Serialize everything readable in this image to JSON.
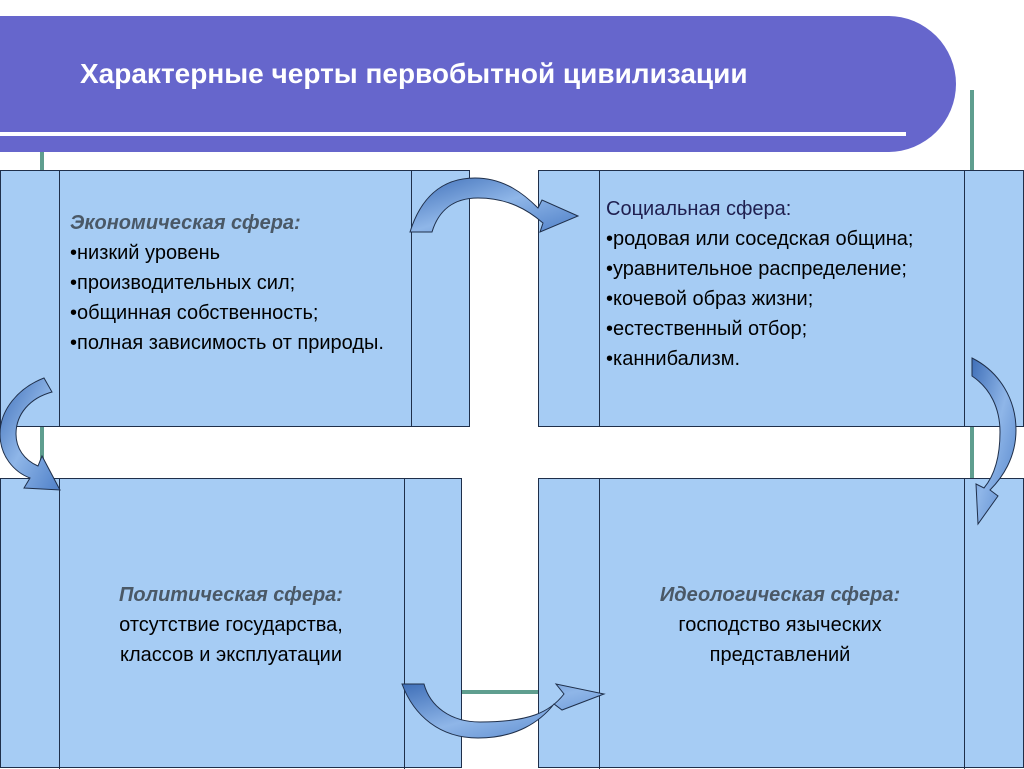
{
  "title": "Характерные черты первобытной цивилизации",
  "economic": {
    "heading": "Экономическая сфера:",
    "items": [
      "•низкий уровень",
      "•производительных сил;",
      "•общинная собственность;",
      "•полная зависимость от природы."
    ]
  },
  "social": {
    "heading": "Социальная сфера:",
    "items": [
      "•родовая или соседская община;",
      "•уравнительное распределение;",
      "•кочевой образ жизни;",
      "•естественный отбор;",
      "•каннибализм."
    ]
  },
  "political": {
    "heading": "Политическая сфера:",
    "lines": [
      "отсутствие государства,",
      "классов и эксплуатации"
    ]
  },
  "ideological": {
    "heading": "Идеологическая сфера:",
    "lines": [
      "господство языческих",
      "представлений"
    ]
  },
  "colors": {
    "title_bar": "#6666cc",
    "box_fill": "#a6ccf4",
    "arrow_fill": "#5f8fd0",
    "frame_line": "#5f9e8f"
  }
}
